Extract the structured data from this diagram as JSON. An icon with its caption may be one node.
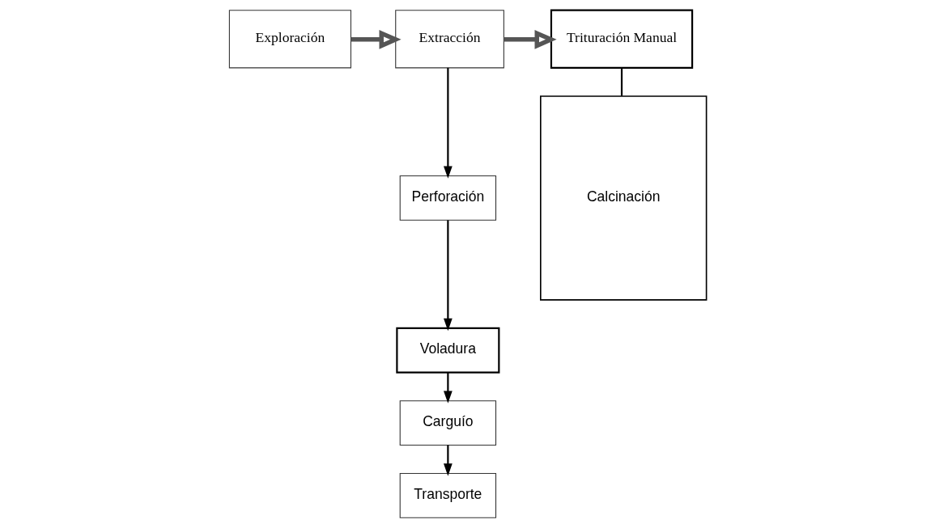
{
  "diagram": {
    "nodes": [
      {
        "text": [
          "Exploración"
        ]
      },
      {
        "text": [
          "Extracción"
        ]
      },
      {
        "text": [
          "Trituración Manual"
        ]
      },
      {
        "text": [
          "Perforación"
        ]
      },
      {
        "text": [
          "Voladura"
        ]
      },
      {
        "text": [
          "Carguío"
        ]
      },
      {
        "text": [
          "Transporte"
        ]
      },
      {
        "text": [
          "Calcinación"
        ]
      }
    ],
    "edges": [
      {
        "from": 0,
        "to": 1,
        "arrow": "to",
        "style": "thick"
      },
      {
        "from": 1,
        "to": 2,
        "arrow": "to",
        "style": "thick"
      },
      {
        "from": 1,
        "to": 3,
        "arrow": "to"
      },
      {
        "from": 3,
        "to": 4,
        "arrow": "to"
      },
      {
        "from": 4,
        "to": 5,
        "arrow": "to"
      },
      {
        "from": 5,
        "to": 6,
        "arrow": "to"
      },
      {
        "from": 2,
        "to": 7,
        "arrow": "none"
      }
    ]
  }
}
